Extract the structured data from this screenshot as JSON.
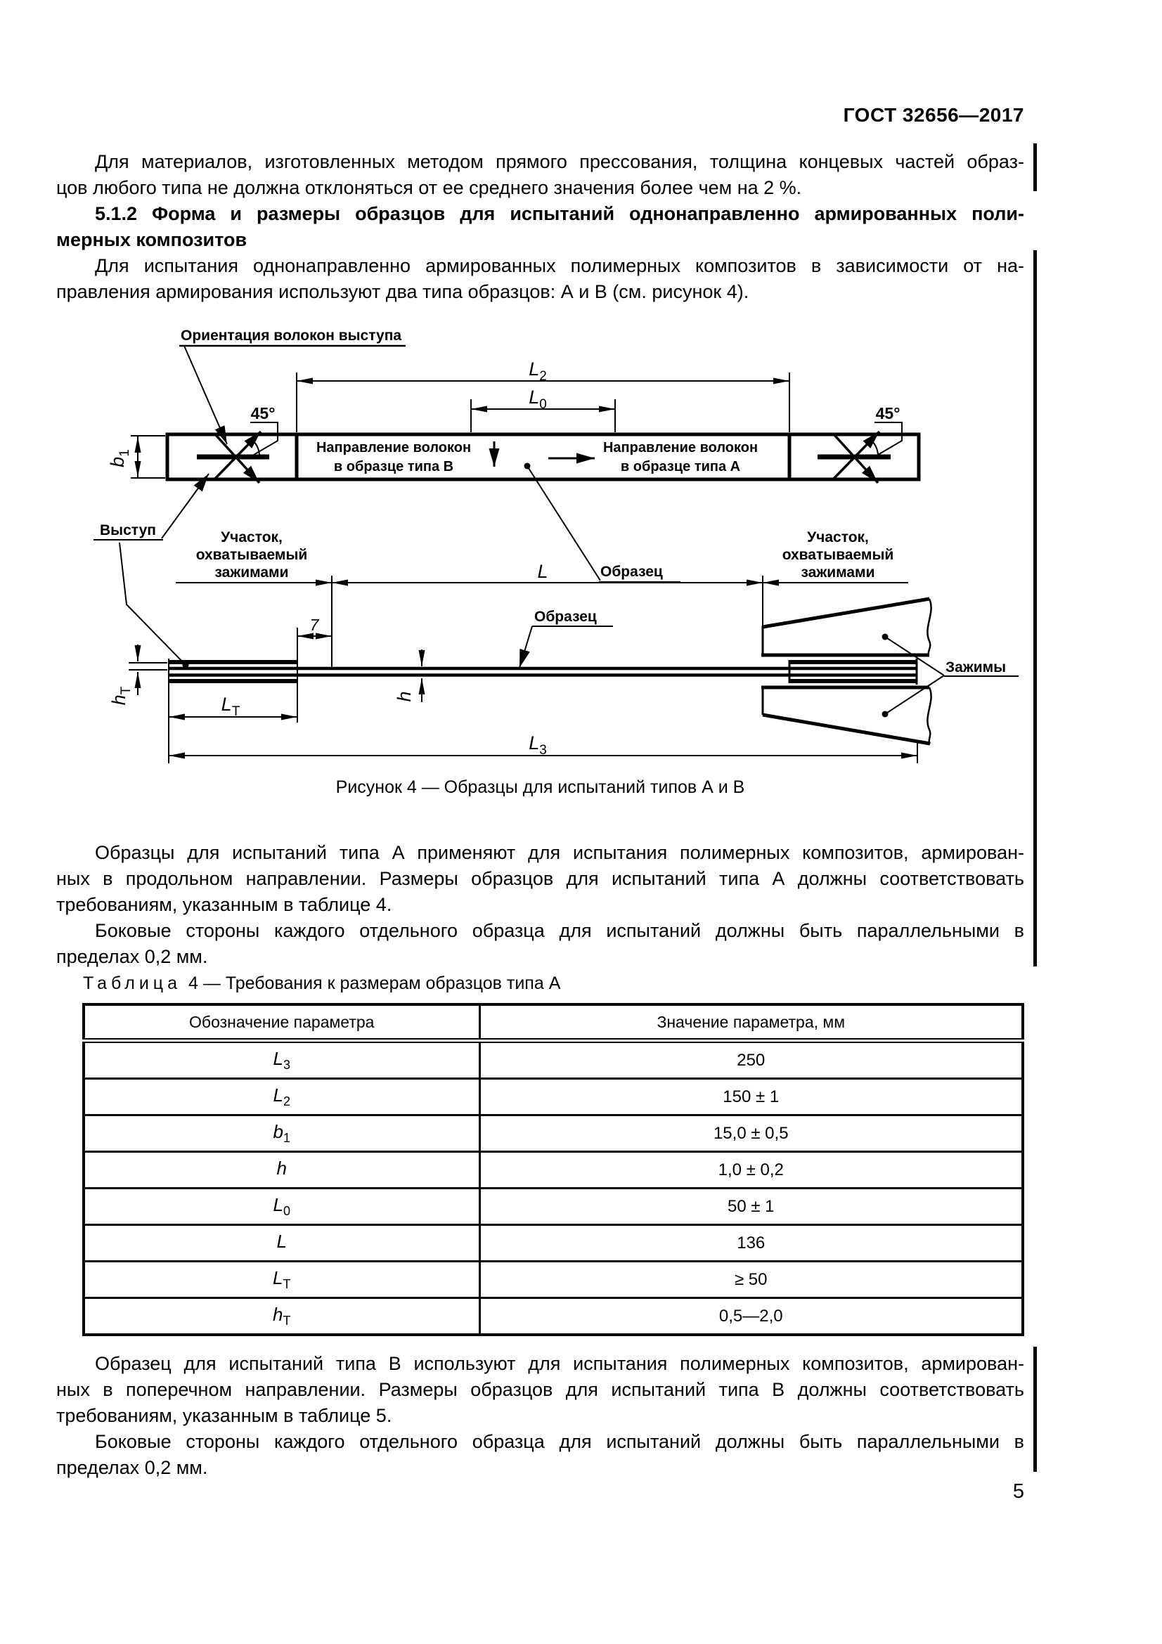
{
  "page": {
    "header": "ГОСТ 32656—2017",
    "number": "5"
  },
  "paragraphs": {
    "p1": [
      "Для материалов, изготовленных методом прямого прессования, толщина концевых частей образ-",
      "цов любого типа не должна отклоняться от ее среднего значения более чем на 2 %."
    ],
    "h512": [
      "5.1.2 Форма и размеры образцов для испытаний однонаправленно армированных поли-",
      "мерных композитов"
    ],
    "p2": [
      "Для испытания однонаправленно армированных полимерных композитов в зависимости от на-",
      "правления армирования используют два типа образцов: А и В (см. рисунок 4)."
    ],
    "p3": [
      "Образцы для испытаний типа А применяют для испытания полимерных композитов, армирован-",
      "ных в продольном направлении. Размеры образцов для испытаний типа А должны соответствовать",
      "требованиям, указанным в таблице 4."
    ],
    "p4": [
      "Боковые стороны каждого отдельного образца для испытаний должны быть параллельными в",
      "пределах 0,2 мм."
    ],
    "p5": [
      "Образец для испытаний типа В используют для испытания полимерных композитов, армирован-",
      "ных в поперечном направлении. Размеры образцов для испытаний типа В должны соответствовать",
      "требованиям, указанным в таблице 5."
    ],
    "p6": [
      "Боковые стороны каждого отдельного образца для испытаний должны быть параллельными в",
      "пределах 0,2 мм."
    ]
  },
  "figure": {
    "caption": "Рисунок 4 — Образцы для испытаний типов А и В",
    "labels": {
      "orientation": "Ориентация волокон выступа",
      "tab": "Выступ",
      "specimen_top": "Образец",
      "specimen_side": "Образец",
      "region_line1": "Участок,",
      "region_line2": "охватываемый",
      "region_line3": "зажимами",
      "fiber_line1": "Направление волокон",
      "fiber_b": "в образце типа В",
      "fiber_a": "в образце типа А",
      "grips": "Зажимы",
      "angle": "45°",
      "dim7": "7"
    },
    "dims": {
      "l2": {
        "base": "L",
        "sub": "2"
      },
      "l0": {
        "base": "L",
        "sub": "0"
      },
      "b1": {
        "base": "b",
        "sub": "1"
      },
      "l": {
        "base": "L",
        "sub": ""
      },
      "lt": {
        "base": "L",
        "sub": "Т"
      },
      "ht": {
        "base": "h",
        "sub": "Т"
      },
      "h": {
        "base": "h",
        "sub": ""
      },
      "l3": {
        "base": "L",
        "sub": "3"
      }
    }
  },
  "table_caption": {
    "word": "Таблица",
    "rest": "4 — Требования к размерам образцов типа А"
  },
  "table": {
    "headers": [
      "Обозначение параметра",
      "Значение параметра, мм"
    ],
    "rows": [
      {
        "base": "L",
        "sub": "3",
        "value": "250"
      },
      {
        "base": "L",
        "sub": "2",
        "value": "150 ± 1"
      },
      {
        "base": "b",
        "sub": "1",
        "value": "15,0 ± 0,5"
      },
      {
        "base": "h",
        "sub": "",
        "value": "1,0 ± 0,2"
      },
      {
        "base": "L",
        "sub": "0",
        "value": "50 ± 1"
      },
      {
        "base": "L",
        "sub": "",
        "value": "136"
      },
      {
        "base": "L",
        "sub": "Т",
        "value": "≥ 50"
      },
      {
        "base": "h",
        "sub": "Т",
        "value": "0,5—2,0"
      }
    ]
  }
}
